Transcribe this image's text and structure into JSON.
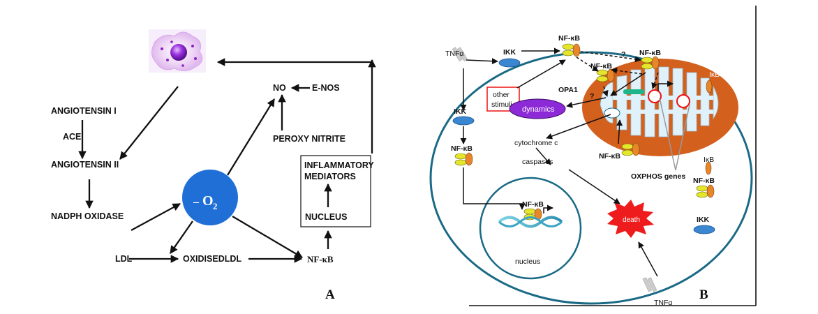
{
  "panel_a": {
    "angiotensin_i": "ANGIOTENSIN I",
    "ace": "ACE",
    "angiotensin_ii": "ANGIOTENSIN II",
    "nadph_oxidase": "NADPH OXIDASE",
    "superoxide_prefix": "–",
    "superoxide_o": "O",
    "superoxide_sub": "2",
    "no": "NO",
    "enos": "E-NOS",
    "peroxy_nitrite": "PEROXY NITRITE",
    "inflammatory_1": "INFLAMMATORY",
    "inflammatory_2": "MEDIATORS",
    "nucleus": "NUCLEUS",
    "ldl": "LDL",
    "oxidised_ldl": "OXIDISEDLDL",
    "nfkb": "NF-κB",
    "panel_label": "A"
  },
  "panel_b": {
    "tnfa_top": "TNFα",
    "ikk_top": "IKK",
    "nfkb_top": "NF-κB",
    "question_1": "?",
    "question_2": "?",
    "nfkb_mito_top": "NF-κB",
    "nfkb_mid": "NF-κB",
    "ikb_mito": "IκB",
    "other_stimuli_1": "other",
    "other_stimuli_2": "stimuli",
    "opa1": "OPA1",
    "dynamics": "dynamics",
    "ikk_left": "IKK",
    "nfkb_left": "NF-κB",
    "cytochrome_c": "cytochrome c",
    "caspases": "caspases",
    "nfkb_mito_bottom": "NF-κB",
    "oxphos": "OXPHOS genes",
    "ikb_right": "IκB",
    "nfkb_right": "NF-κB",
    "ikk_right": "IKK",
    "nfkb_nucleus": "NF-κB",
    "nucleus_label": "nucleus",
    "death": "death",
    "tnfa_bottom": "TNFα",
    "panel_label": "B"
  },
  "colors": {
    "superoxide_blue": "#1f6fd6",
    "mito_orange": "#d4601e",
    "ikk_blue": "#3a86d0",
    "nfkb_yellow": "#e5e62c",
    "nfkb_orange": "#e8862a",
    "dynamics_purple": "#8d2ad8",
    "death_red": "#ee1c1c"
  }
}
